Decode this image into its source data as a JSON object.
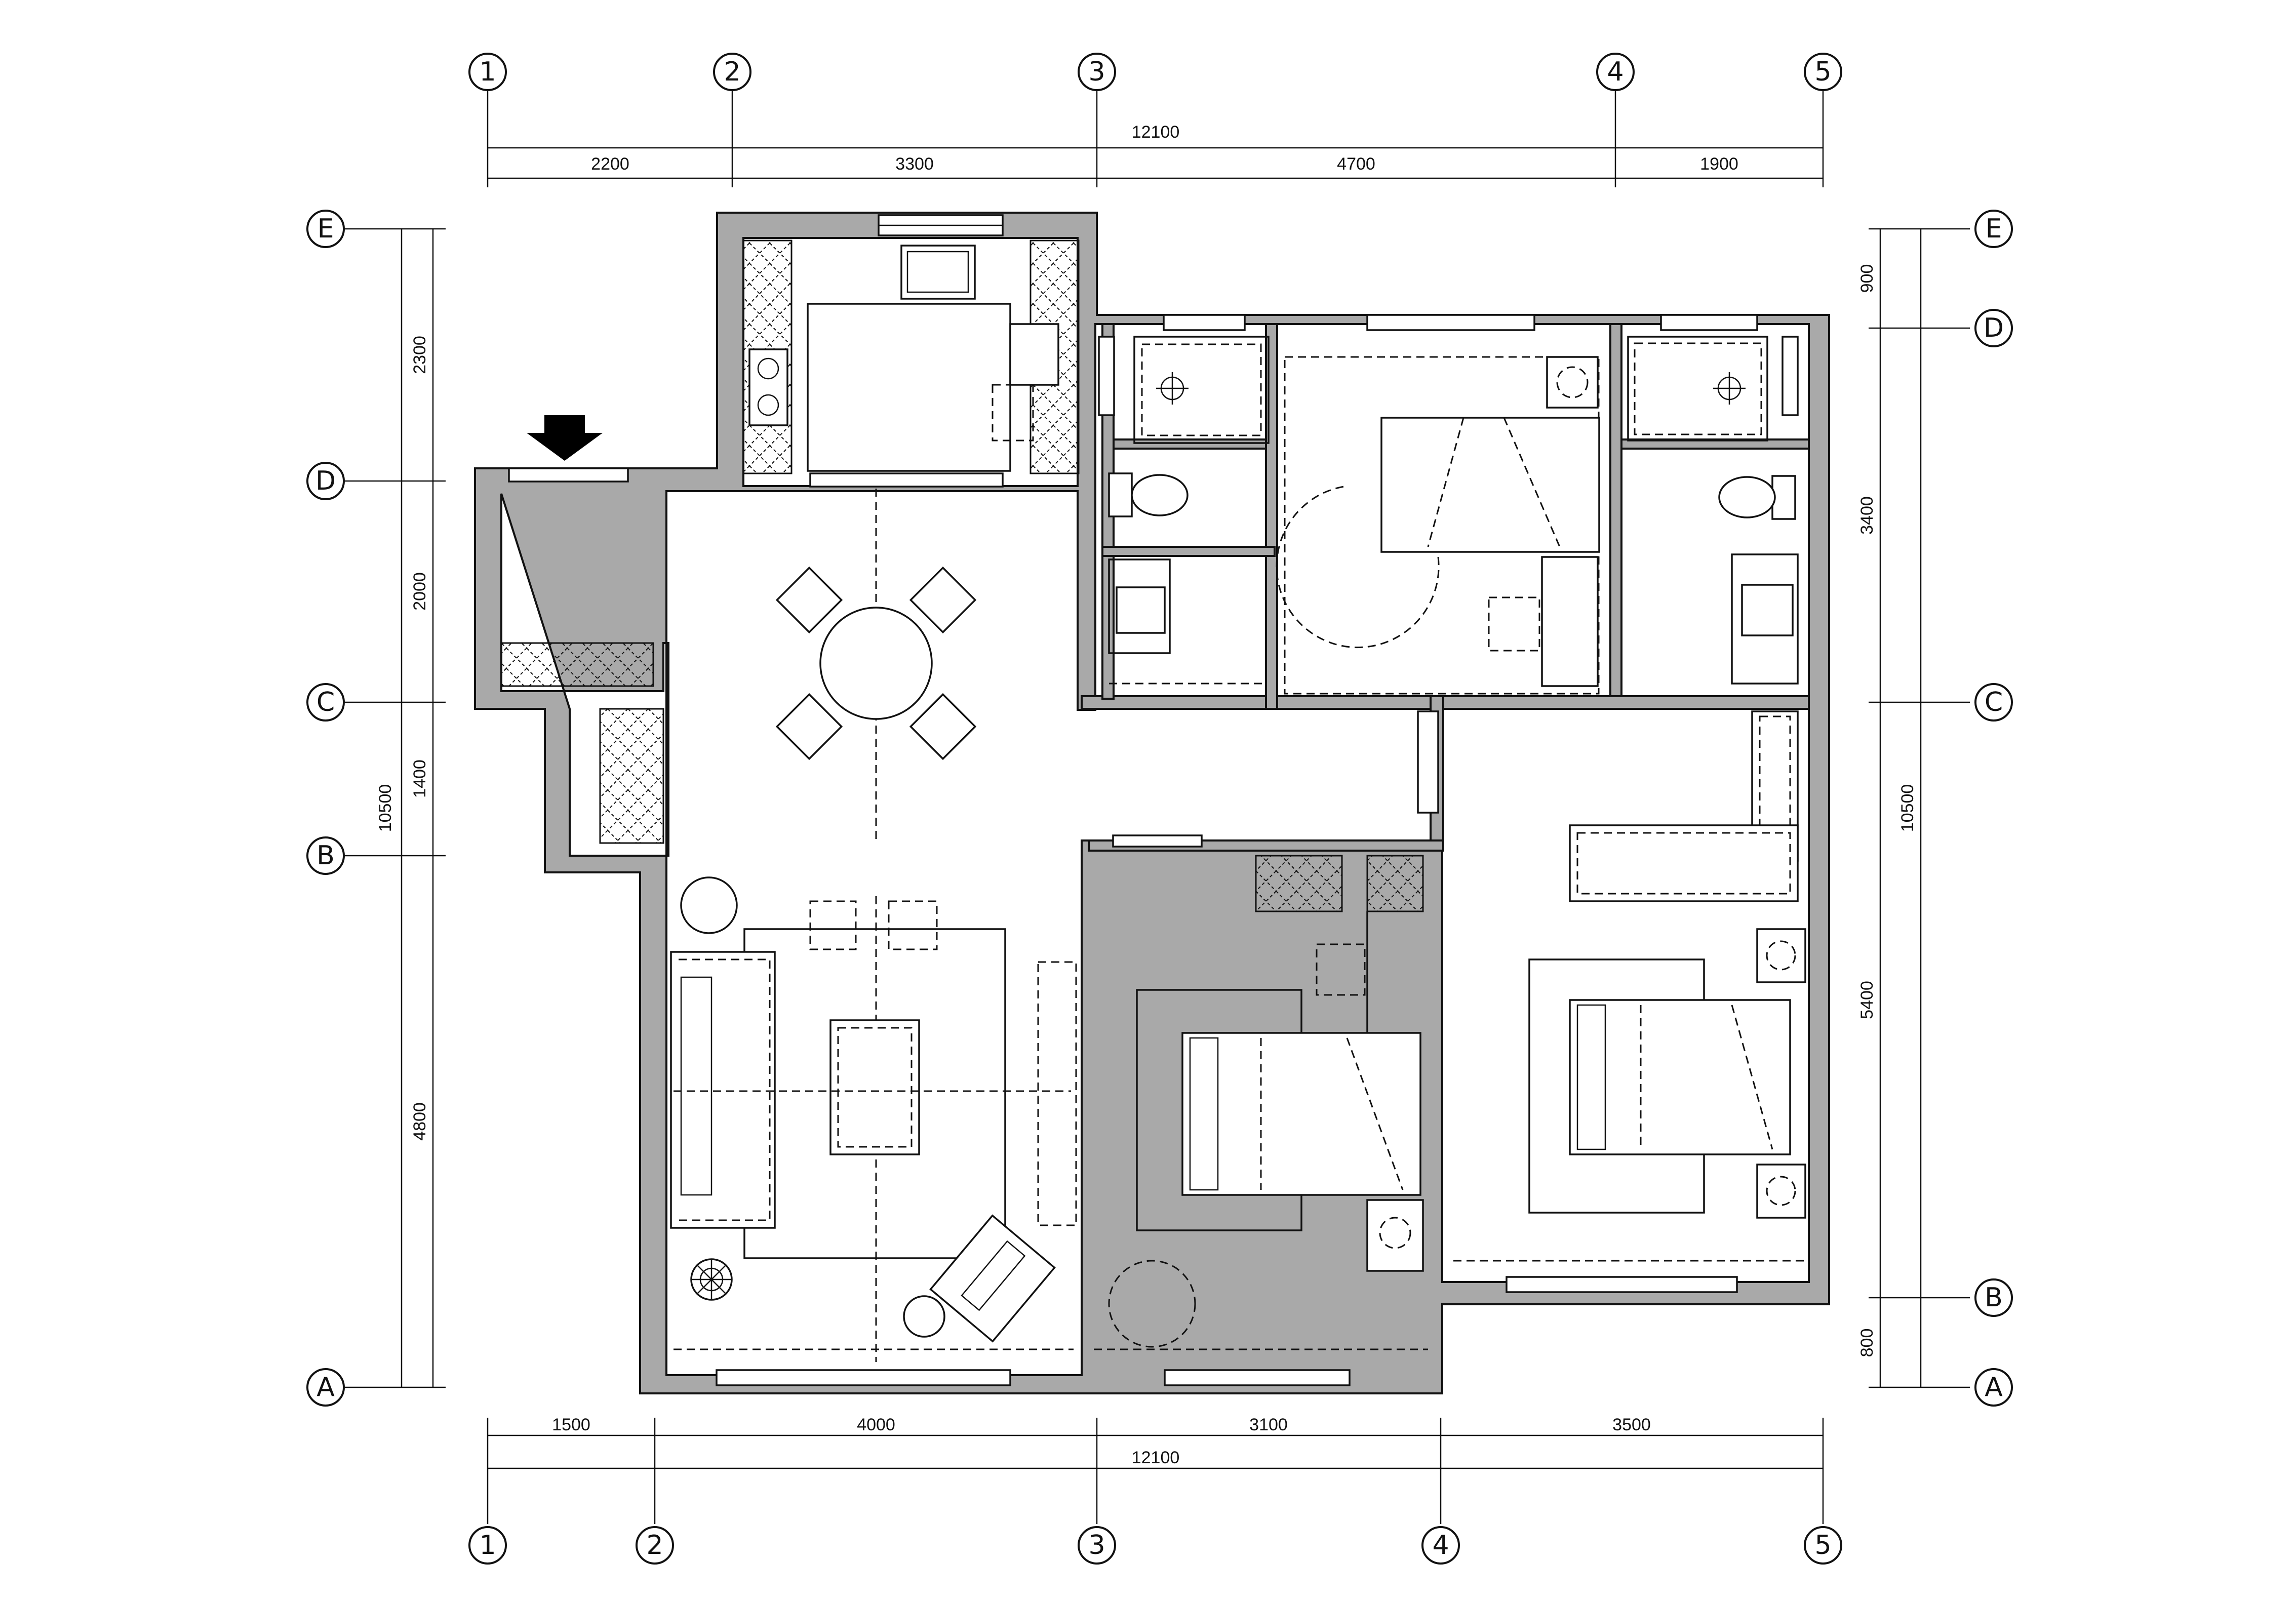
{
  "top": {
    "axes": [
      "1",
      "2",
      "3",
      "4",
      "5"
    ],
    "total": "12100",
    "spans": [
      "2200",
      "3300",
      "4700",
      "1900"
    ]
  },
  "bottom": {
    "axes": [
      "1",
      "2",
      "3",
      "4",
      "5"
    ],
    "total": "12100",
    "spans": [
      "1500",
      "4000",
      "3100",
      "3500"
    ]
  },
  "left": {
    "axes": [
      "E",
      "D",
      "C",
      "B",
      "A"
    ],
    "total": "10500",
    "spans": [
      "2300",
      "2000",
      "1400",
      "4800"
    ]
  },
  "right": {
    "axes": [
      "E",
      "D",
      "C",
      "B",
      "A"
    ],
    "total": "10500",
    "spans": [
      "900",
      "3400",
      "5400",
      "800"
    ]
  }
}
